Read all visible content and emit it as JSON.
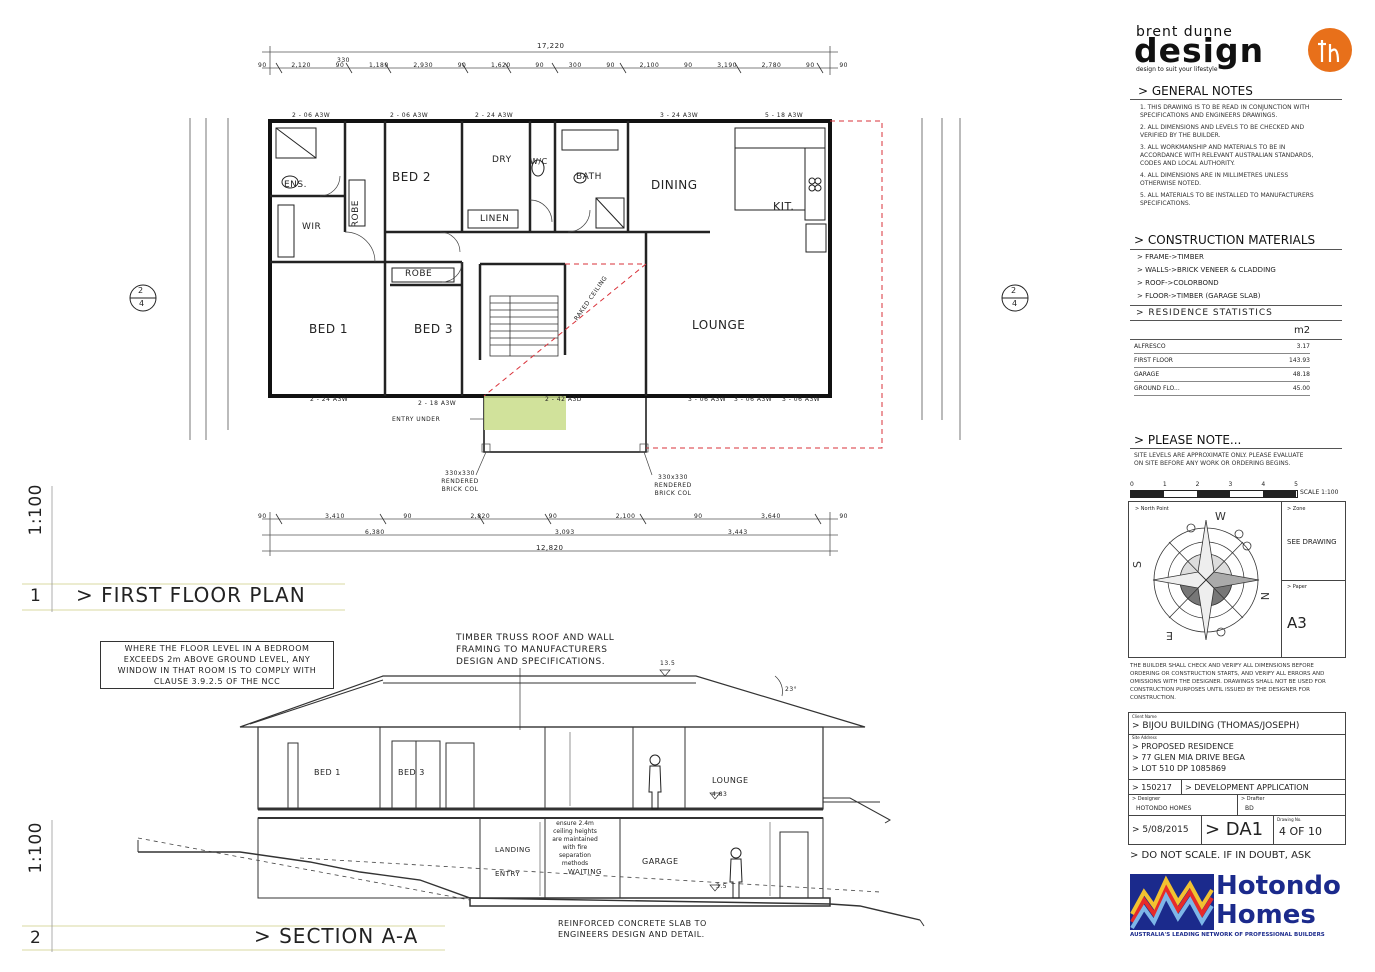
{
  "company": {
    "logo_line1": "brent dunne",
    "logo_line2": "design",
    "tagline": "design to suit your lifestyle",
    "accent_color": "#e8701a"
  },
  "general_notes": {
    "heading": "> GENERAL NOTES",
    "items": [
      "1. THIS DRAWING IS TO BE READ IN CONJUNCTION WITH SPECIFICATIONS AND ENGINEERS DRAWINGS.",
      "2. ALL DIMENSIONS AND LEVELS TO BE CHECKED AND VERIFIED BY THE BUILDER.",
      "3. ALL WORKMANSHIP AND MATERIALS TO BE IN ACCORDANCE WITH RELEVANT AUSTRALIAN STANDARDS, CODES AND LOCAL AUTHORITY.",
      "4. ALL DIMENSIONS ARE IN MILLIMETRES UNLESS OTHERWISE NOTED.",
      "5. ALL MATERIALS TO BE INSTALLED TO MANUFACTURERS SPECIFICATIONS."
    ]
  },
  "construction_materials": {
    "heading": "> CONSTRUCTION MATERIALS",
    "items": [
      "> FRAME->TIMBER",
      "> WALLS->BRICK VENEER & CLADDING",
      "> ROOF->COLORBOND",
      "> FLOOR->TIMBER (GARAGE SLAB)"
    ]
  },
  "residence_statistics": {
    "heading": "> RESIDENCE STATISTICS",
    "unit": "m2",
    "rows": [
      {
        "label": "ALFRESCO",
        "value": "3.17"
      },
      {
        "label": "FIRST FLOOR",
        "value": "143.93"
      },
      {
        "label": "GARAGE",
        "value": "48.18"
      },
      {
        "label": "GROUND FLO...",
        "value": "45.00"
      }
    ]
  },
  "please_note": {
    "heading": "> PLEASE NOTE...",
    "text": "SITE LEVELS ARE APPROXIMATE ONLY. PLEASE EVALUATE ON SITE BEFORE ANY WORK OR ORDERING BEGINS."
  },
  "scale_bar": {
    "ticks": [
      "0",
      "1",
      "2",
      "3",
      "4",
      "5"
    ],
    "label": "SCALE 1:100"
  },
  "compass": {
    "north_label": "> North Point",
    "zone_label": "> Zone",
    "zone_value": "SEE DRAWING",
    "paper_label": "> Paper",
    "paper_value": "A3",
    "letters": [
      "S",
      "W",
      "E",
      "N"
    ]
  },
  "disclaimer": "THE BUILDER SHALL CHECK AND VERIFY ALL DIMENSIONS BEFORE ORDERING OR CONSTRUCTION STARTS, AND VERIFY ALL ERRORS AND OMISSIONS WITH THE DESIGNER. DRAWINGS SHALL NOT BE USED FOR CONSTRUCTION PURPOSES UNTIL ISSUED BY THE DESIGNER FOR CONSTRUCTION.",
  "project": {
    "client_label": "Client Name",
    "client": "> BIJOU BUILDING (THOMAS/JOSEPH)",
    "address_label": "Site Address",
    "address_lines": [
      "> PROPOSED RESIDENCE",
      "> 77 GLEN MIA DRIVE BEGA",
      "> LOT 510   DP 1085869"
    ],
    "job_number": "> 150217",
    "status": "> DEVELOPMENT APPLICATION",
    "designer_label": "> Designer",
    "designer": "HOTONDO HOMES",
    "drafter_label": "> Drafter",
    "drafter": "BD",
    "date": "> 5/08/2015",
    "drawing_number": "> DA1",
    "sheet_label": "Drawing No.",
    "sheet": "4 OF 10"
  },
  "do_not_scale": "> DO NOT SCALE. IF IN DOUBT, ASK",
  "builder": {
    "name_line1": "Hotondo",
    "name_line2": "Homes",
    "tagline": "AUSTRALIA'S LEADING NETWORK OF PROFESSIONAL BUILDERS",
    "brand_color": "#1b2a8c"
  },
  "plan": {
    "number": "1",
    "scale": "1:100",
    "title": "> FIRST FLOOR PLAN",
    "top_overall": "17,220",
    "top_dims": [
      "90",
      "2,120",
      "90",
      "1,180",
      "2,930",
      "90",
      "1,620",
      "90",
      "300",
      "90",
      "2,100",
      "90",
      "3,190",
      "2,780",
      "90",
      "90"
    ],
    "bottom_dims": [
      "90",
      "3,410",
      "90",
      "2,820",
      "90",
      "2,100",
      "90",
      "3,640",
      "90"
    ],
    "bottom_sub": [
      "6,380",
      "3,093",
      "3,443"
    ],
    "bottom_overall": "12,820",
    "rooms": {
      "ens": "ENS.",
      "bed2": "BED 2",
      "robe1": "ROBE",
      "wir": "WIR",
      "dry": "DRY",
      "wc": "W/C",
      "bath": "BATH",
      "dining": "DINING",
      "kit": "KIT.",
      "linen": "LINEN",
      "robe2": "ROBE",
      "bed1": "BED 1",
      "bed3": "BED 3",
      "lounge": "LOUNGE",
      "entry_under": "ENTRY UNDER",
      "raked": "RAKED CEILING",
      "brick_col_1": "330x330 RENDERED BRICK COL",
      "brick_col_2": "330x330 RENDERED BRICK COL"
    },
    "windows": [
      "2 - 06 A3W",
      "2 - 06 A3W",
      "2 - 24 A3W",
      "3 - 24 A3W",
      "5 - 18 A3W",
      "2 - 24 A3W",
      "2 - 18 A3W",
      "2 - 42 A3D",
      "3 - 06 A3W",
      "3 - 06 A3W",
      "3 - 06 A3W"
    ],
    "section_marker": "2",
    "section_sheet": "4"
  },
  "section": {
    "number": "2",
    "scale": "1:100",
    "title": "> SECTION A-A",
    "note_box": "WHERE THE FLOOR LEVEL IN A BEDROOM EXCEEDS 2m ABOVE GROUND LEVEL, ANY WINDOW IN THAT ROOM IS TO COMPLY WITH CLAUSE 3.9.2.5 OF THE NCC",
    "truss_note": "TIMBER TRUSS ROOF AND WALL FRAMING TO MANUFACTURERS DESIGN AND SPECIFICATIONS.",
    "slab_note": "REINFORCED CONCRETE SLAB TO ENGINEERS DESIGN AND DETAIL.",
    "fire_note": "ensure 2.4m ceiling heights are maintained with fire separation methods",
    "labels": [
      "BED 1",
      "BED 3",
      "LOUNGE",
      "GARAGE",
      "LANDING",
      "ENTRY",
      "WAITING"
    ],
    "levels": [
      "13.5",
      "4.83",
      "3.5"
    ],
    "pitch": "23°"
  }
}
